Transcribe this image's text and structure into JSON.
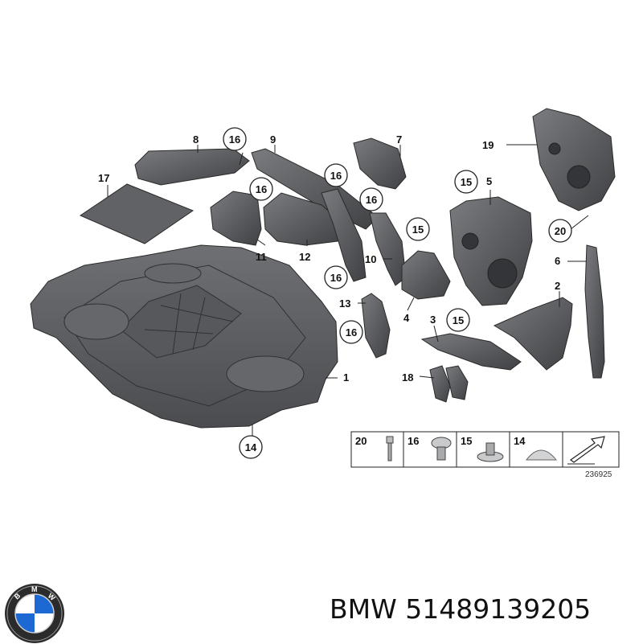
{
  "callouts": {
    "p1": "1",
    "p2": "2",
    "p3": "3",
    "p4": "4",
    "p5": "5",
    "p6": "6",
    "p7": "7",
    "p8": "8",
    "p9": "9",
    "p10": "10",
    "p11": "11",
    "p12": "12",
    "p13": "13",
    "p14": "14",
    "p15a": "15",
    "p15b": "15",
    "p15c": "15",
    "p16a": "16",
    "p16b": "16",
    "p16c": "16",
    "p16d": "16",
    "p16e": "16",
    "p16f": "16",
    "p17": "17",
    "p18": "18",
    "p19": "19",
    "p20": "20"
  },
  "fastener_legend": {
    "items": [
      {
        "number": "20",
        "icon": "pin-rivet-icon"
      },
      {
        "number": "16",
        "icon": "expansion-rivet-icon"
      },
      {
        "number": "15",
        "icon": "spring-nut-icon"
      },
      {
        "number": "14",
        "icon": "plug-cap-icon"
      }
    ],
    "arrow_icon": "direction-arrow-icon",
    "reference": "236925"
  },
  "brand": {
    "logo_icon": "bmw-roundel-icon",
    "logo_letters": "BMW",
    "caption": "BMW 51489139205"
  },
  "colors": {
    "part_fill": "#5c5e61",
    "part_dark": "#3e4043",
    "part_light": "#8a8c8f",
    "logo_blue": "#1c69d4"
  }
}
